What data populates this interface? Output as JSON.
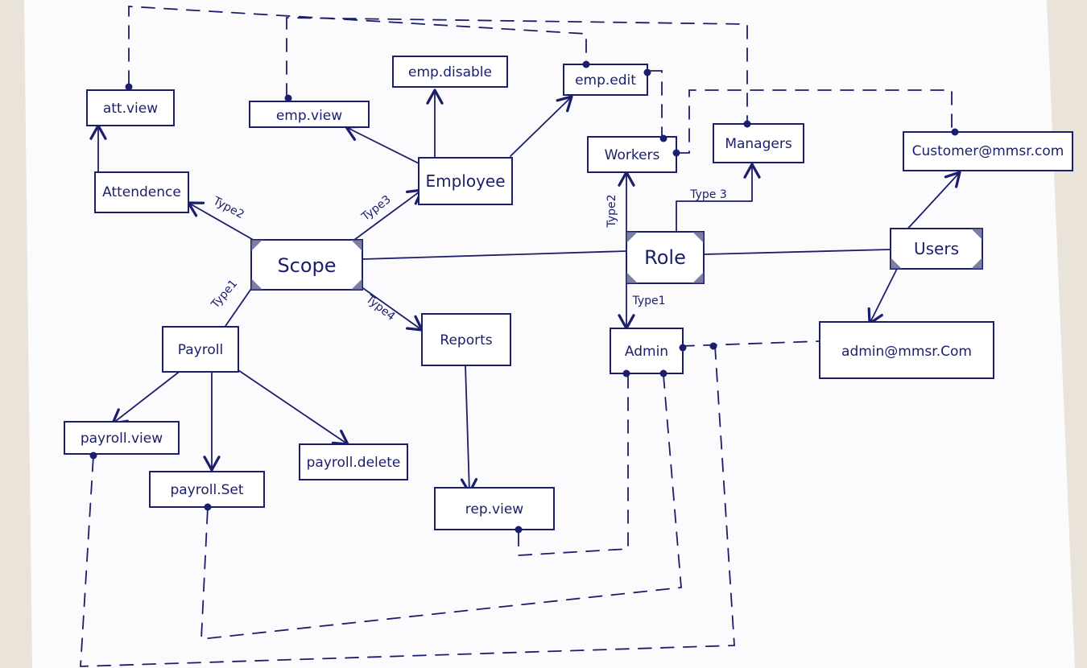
{
  "nodes": {
    "att_view": "att.view",
    "emp_view": "emp.view",
    "emp_disable": "emp.disable",
    "emp_edit": "emp.edit",
    "workers": "Workers",
    "managers": "Managers",
    "customer_email": "Customer@mmsr.com",
    "attendence": "Attendence",
    "employee": "Employee",
    "scope": "Scope",
    "role": "Role",
    "users": "Users",
    "payroll": "Payroll",
    "reports": "Reports",
    "admin": "Admin",
    "admin_email": "admin@mmsr.Com",
    "payroll_view": "payroll.view",
    "payroll_set": "payroll.Set",
    "payroll_delete": "payroll.delete",
    "rep_view": "rep.view"
  },
  "edge_labels": {
    "type2_attendence": "Type2",
    "type3_employee": "Type3",
    "type1_payroll": "Type1",
    "type4_reports": "Type4",
    "type2_workers": "Type2",
    "type3_managers": "Type 3",
    "type1_admin": "Type1"
  },
  "colors": {
    "ink": "#1b1f6b",
    "paper": "#fbfbfd",
    "background": "#e9e3da"
  }
}
